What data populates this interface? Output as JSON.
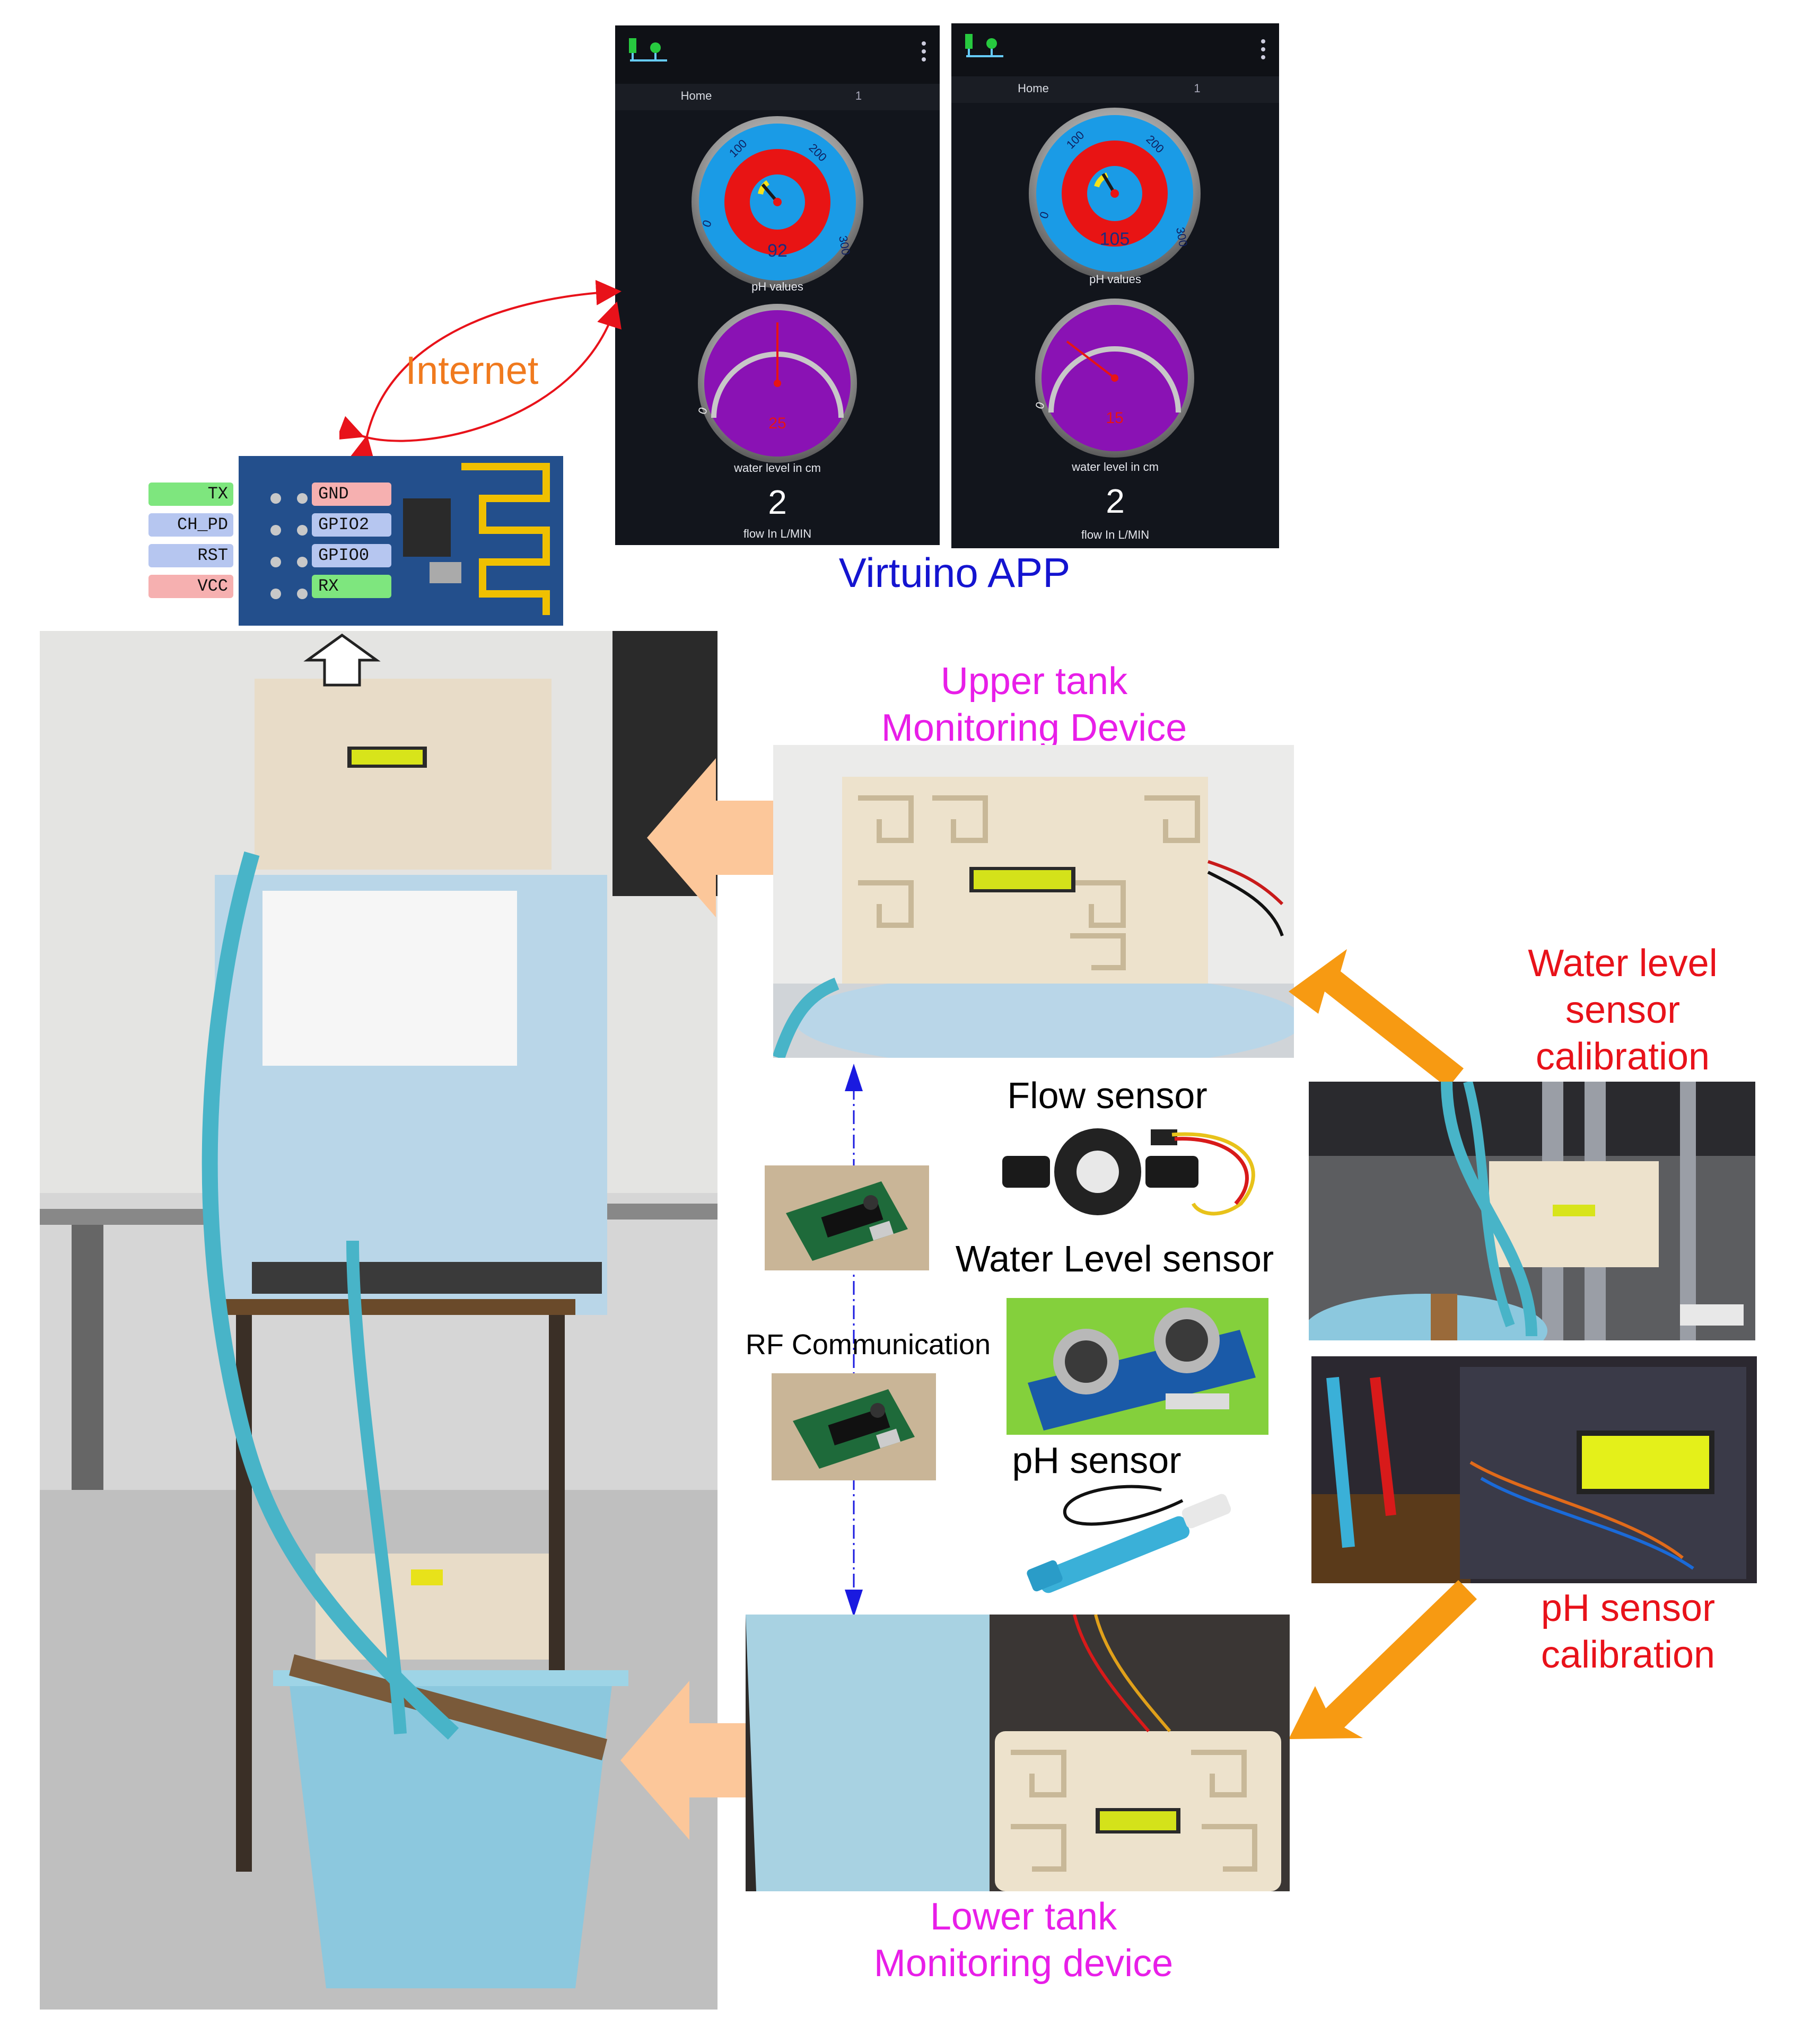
{
  "labels": {
    "internet": "Internet",
    "virtuino_app": "Virtuino APP",
    "upper_tank_line1": "Upper tank",
    "upper_tank_line2": "Monitoring Device",
    "water_level_calib_line1": "Water level",
    "water_level_calib_line2": "sensor",
    "water_level_calib_line3": "calibration",
    "flow_sensor": "Flow sensor",
    "water_level_sensor": "Water Level sensor",
    "rf_communication": "RF Communication",
    "ph_sensor": "pH sensor",
    "ph_calib_line1": "pH sensor",
    "ph_calib_line2": "calibration",
    "lower_tank_line1": "Lower tank",
    "lower_tank_line2": "Monitoring device"
  },
  "esp_pins": {
    "left": [
      "TX",
      "CH_PD",
      "RST",
      "VCC"
    ],
    "right": [
      "GND",
      "GPIO2",
      "GPIO0",
      "RX"
    ]
  },
  "phones": [
    {
      "tab_home": "Home",
      "tab_number": "1",
      "ph_gauge": {
        "value": "92",
        "ticks": [
          "0",
          "100",
          "200",
          "300"
        ],
        "caption": "pH values"
      },
      "level_gauge": {
        "value": "25",
        "zero": "0",
        "caption": "water level in cm"
      },
      "flow_value": "2",
      "flow_caption": "flow In L/MIN"
    },
    {
      "tab_home": "Home",
      "tab_number": "1",
      "ph_gauge": {
        "value": "105",
        "ticks": [
          "0",
          "100",
          "200",
          "300"
        ],
        "caption": "pH values"
      },
      "level_gauge": {
        "value": "15",
        "zero": "0",
        "caption": "water level in cm"
      },
      "flow_value": "2",
      "flow_caption": "flow In L/MIN"
    }
  ],
  "colors": {
    "magenta_label": "#e81ee8",
    "red_label": "#e8121a",
    "blue_label": "#1414d0",
    "orange_label": "#f07a1e",
    "big_arrow_fill": "#fcc79a",
    "orange_arrow": "#f79a12",
    "internet_arrow": "#e8121a",
    "rf_arrow": "#1a1ae0"
  }
}
